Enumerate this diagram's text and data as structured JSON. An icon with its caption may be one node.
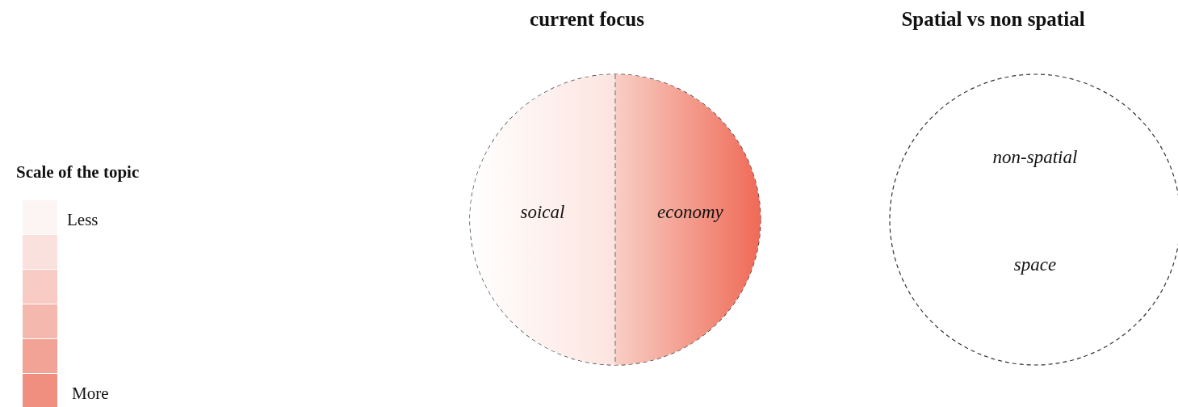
{
  "diagram": {
    "nodes": [
      {
        "text": [
          "current focus"
        ]
      },
      {
        "text": [
          "soical"
        ],
        "in": 0
      },
      {
        "text": [
          "economy"
        ],
        "in": 0
      },
      {
        "text": [
          "Spatial vs non spatial",
          "non-spatial",
          "space"
        ]
      }
    ],
    "labels": [
      "Scale of the topic"
    ],
    "legend": [
      {
        "text": "Less",
        "color": "#fdf5f4"
      },
      {
        "text": "More",
        "color": "#f08f7f"
      }
    ]
  }
}
